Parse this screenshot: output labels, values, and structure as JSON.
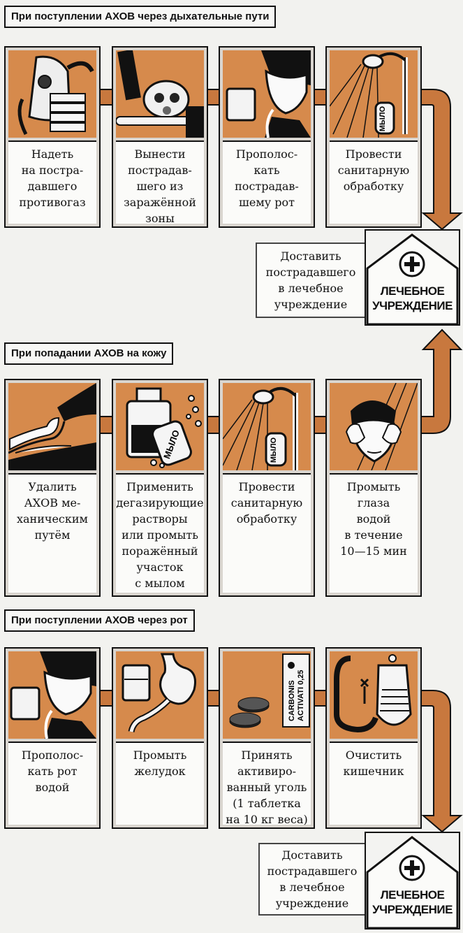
{
  "colors": {
    "accent": "#d68a4c",
    "pipe": "#c8783e",
    "ink": "#111111",
    "card": "#d9d5cf",
    "panel": "#fbfbf9"
  },
  "sections": [
    {
      "title": "При поступлении АХОВ через дыхательные пути",
      "steps": [
        {
          "icon": "gas-mask-icon",
          "text": "Надеть\nна постра-\nдавшего\nпротивогаз"
        },
        {
          "icon": "carry-victim-icon",
          "text": "Вынести\nпострадав-\nшего из\nзаражённой\nзоны"
        },
        {
          "icon": "rinse-mouth-icon",
          "text": "Прополос-\nкать\nпострадав-\nшему рот"
        },
        {
          "icon": "shower-icon",
          "text": "Провести\nсанитарную\nобработку",
          "label": "МЫЛО"
        }
      ],
      "outcome": {
        "note": "Доставить\nпострадавшего\nв лечебное\nучреждение",
        "sign": "ЛЕЧЕБНОЕ\nУЧРЕЖДЕНИЕ"
      }
    },
    {
      "title": "При попадании АХОВ на кожу",
      "steps": [
        {
          "icon": "wipe-skin-icon",
          "text": "Удалить\nАХОВ ме-\nханическим\nпутём"
        },
        {
          "icon": "solution-soap-icon",
          "text": "Применить\nдегазирующие\nрастворы\nили промыть\nпоражённый\nучасток\nс мылом",
          "label": "МЫЛО"
        },
        {
          "icon": "shower-icon",
          "text": "Провести\nсанитарную\nобработку",
          "label": "МЫЛО"
        },
        {
          "icon": "wash-eyes-icon",
          "text": "Промыть глаза\nводой\nв течение\n10—15 мин"
        }
      ]
    },
    {
      "title": "При поступлении АХОВ через рот",
      "steps": [
        {
          "icon": "rinse-mouth-icon",
          "text": "Прополос-\nкать рот\nводой"
        },
        {
          "icon": "stomach-icon",
          "text": "Промыть\nжелудок"
        },
        {
          "icon": "activated-carbon-icon",
          "text": "Принять\nактивиро-\nванный уголь\n(1 таблетка\nна 10 кг веса)",
          "label": "CARBONIS\nACTIVATI 0,25"
        },
        {
          "icon": "enema-icon",
          "text": "Очистить\nкишечник"
        }
      ],
      "outcome": {
        "note": "Доставить\nпострадавшего\nв лечебное\nучреждение",
        "sign": "ЛЕЧЕБНОЕ\nУЧРЕЖДЕНИЕ"
      }
    }
  ]
}
